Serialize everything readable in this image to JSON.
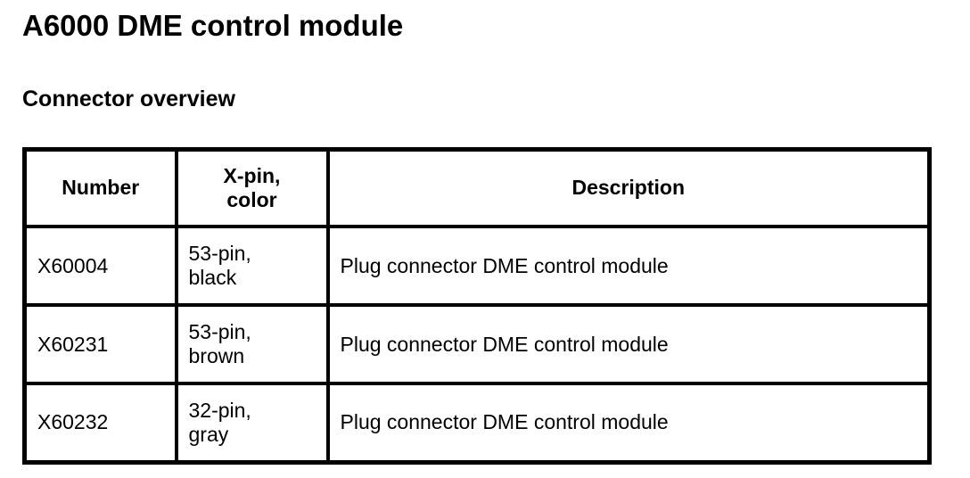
{
  "page": {
    "title": "A6000 DME control module",
    "subtitle": "Connector overview"
  },
  "table": {
    "headers": {
      "number": "Number",
      "pin_color": "X-pin,\ncolor",
      "description": "Description"
    },
    "rows": [
      {
        "number": "X60004",
        "pin_color": "53-pin,\nblack",
        "description": "Plug connector DME control module"
      },
      {
        "number": "X60231",
        "pin_color": "53-pin,\nbrown",
        "description": "Plug connector DME control module"
      },
      {
        "number": "X60232",
        "pin_color": "32-pin,\ngray",
        "description": "Plug connector DME control module"
      }
    ]
  },
  "colors": {
    "text": "#000000",
    "background": "#ffffff",
    "border": "#000000"
  }
}
